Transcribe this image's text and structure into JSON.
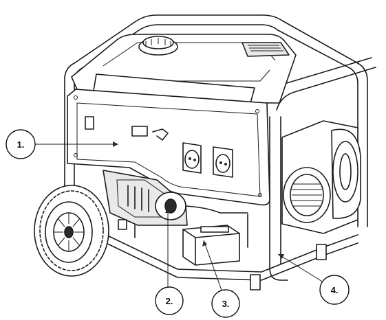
{
  "callouts": [
    {
      "label": "1."
    },
    {
      "label": "2."
    },
    {
      "label": "3."
    },
    {
      "label": "4."
    }
  ]
}
